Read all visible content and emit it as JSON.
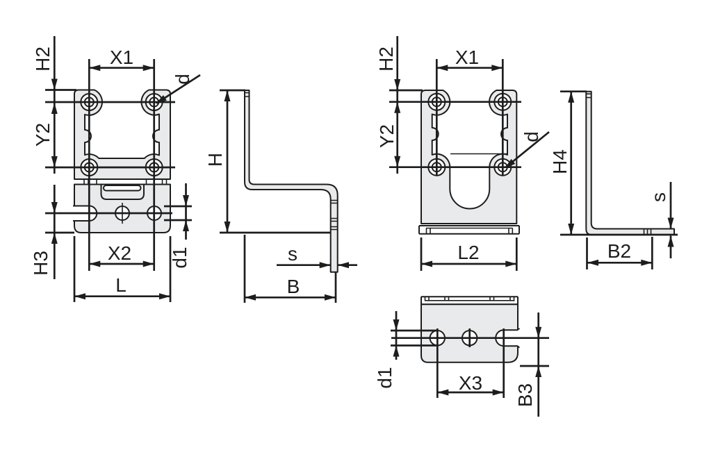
{
  "colors": {
    "background": "#ffffff",
    "part_fill": "#e9eaeb",
    "line_color": "#1d1d1d"
  },
  "drawing": {
    "bracket_a": {
      "front_dimensions": {
        "h2": "H2",
        "x1": "X1",
        "d": "d",
        "y2": "Y2",
        "h3": "H3",
        "x2": "X2",
        "d1": "d1",
        "l": "L"
      },
      "side_dimensions": {
        "h": "H",
        "s": "s",
        "b": "B"
      }
    },
    "bracket_b": {
      "front_dimensions": {
        "h2": "H2",
        "x1": "X1",
        "y2": "Y2",
        "d": "d",
        "l2": "L2"
      },
      "side_dimensions": {
        "h4": "H4",
        "s": "s",
        "b2": "B2"
      },
      "bottom_dimensions": {
        "d1": "d1",
        "x3": "X3",
        "b3": "B3"
      }
    }
  }
}
